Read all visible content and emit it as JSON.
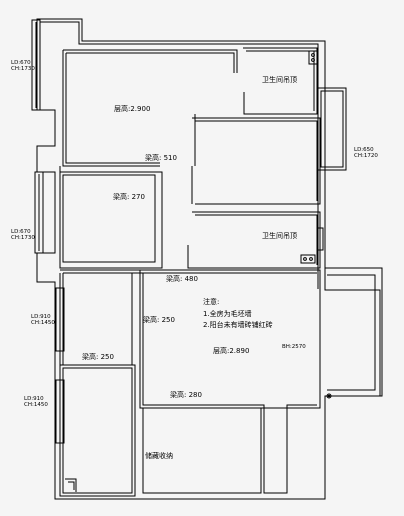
{
  "colors": {
    "background": "#f5f5f5",
    "line": "#000000"
  },
  "rooms": {
    "main_ceiling": "层高:2.900",
    "living_ceiling": "层高:2.890",
    "bath_top": "卫生间吊顶",
    "bath_bottom": "卫生间吊顶",
    "storage": "储藏收纳"
  },
  "beam_heights": {
    "b510": "梁高: 510",
    "b270": "梁高: 270",
    "b480": "梁高: 480",
    "b250_vertical": "梁高: 250",
    "b250_horizontal": "梁高: 250",
    "b280": "梁高: 280"
  },
  "notes": {
    "title": "注意:",
    "line1": "1.全房为毛坯墙",
    "line2": "2.阳台未有墙砖铺红砖"
  },
  "dimension_note": "BH:2570",
  "windows": [
    {
      "ld": "LD:670",
      "ch": "CH:1730"
    },
    {
      "ld": "LD:650",
      "ch": "CH:1720"
    },
    {
      "ld": "LD:670",
      "ch": "CH:1730"
    },
    {
      "ld": "LD:910",
      "ch": "CH:1450"
    },
    {
      "ld": "LD:910",
      "ch": "CH:1450"
    }
  ]
}
